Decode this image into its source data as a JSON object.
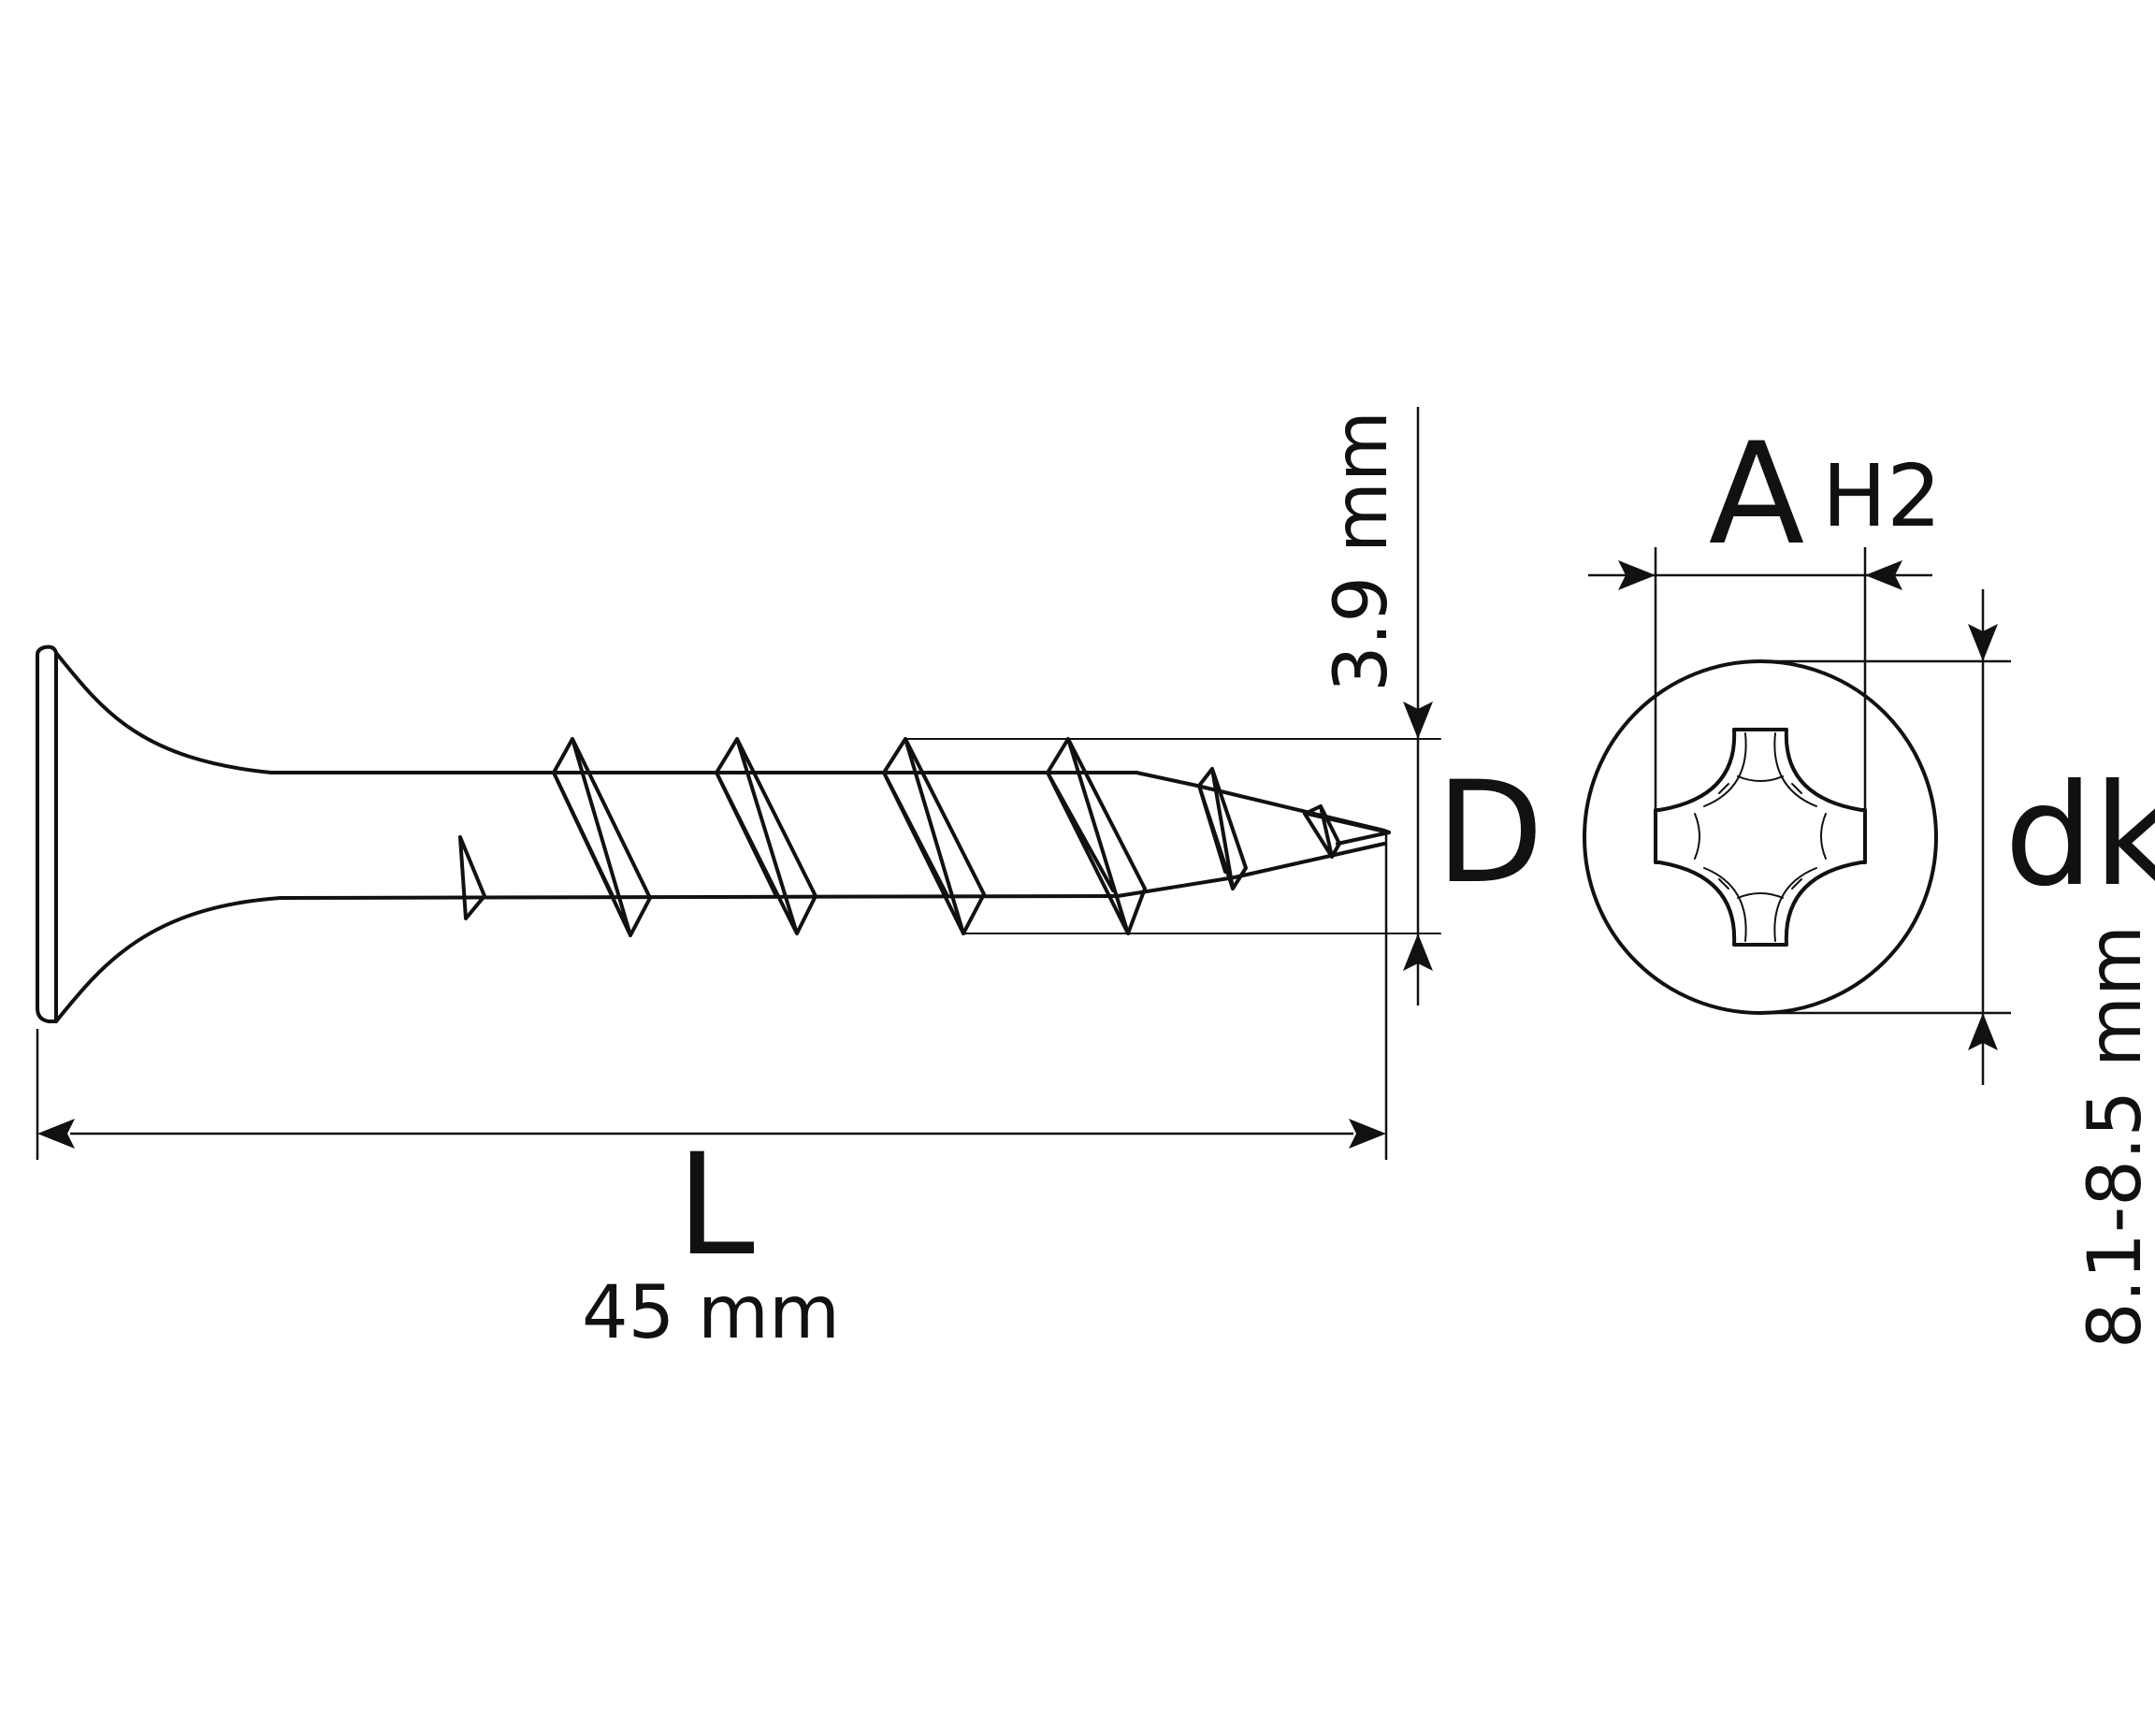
{
  "labels": {
    "length_symbol": "L",
    "length_value": "45 mm",
    "diameter_symbol": "D",
    "diameter_value": "3.9 mm",
    "drive_symbol": "A",
    "drive_size": "H2",
    "head_symbol": "dk",
    "head_value": "8.1-8.5 mm"
  },
  "colors": {
    "line": "#111111",
    "background": "#ffffff"
  }
}
